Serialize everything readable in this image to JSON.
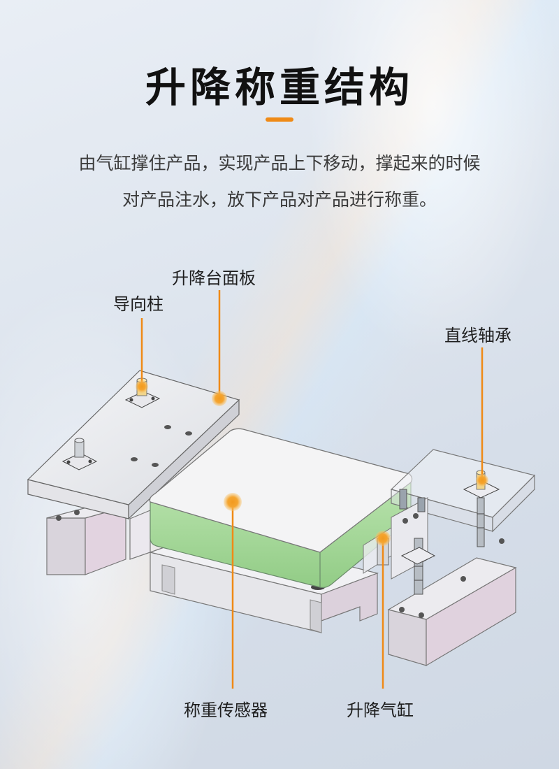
{
  "title": "升降称重结构",
  "description": {
    "line1": "由气缸撑住产品，实现产品上下移动，撑起来的时候",
    "line2": "对产品注水，放下产品对产品进行称重。"
  },
  "labels": {
    "guide_post": "导向柱",
    "lift_panel": "升降台面板",
    "linear_bearing": "直线轴承",
    "load_cell": "称重传感器",
    "lift_cylinder": "升降气缸"
  },
  "colors": {
    "accent": "#ef8a16",
    "sensor_green": "#a6d99a",
    "block_pink": "#ddd3df"
  }
}
